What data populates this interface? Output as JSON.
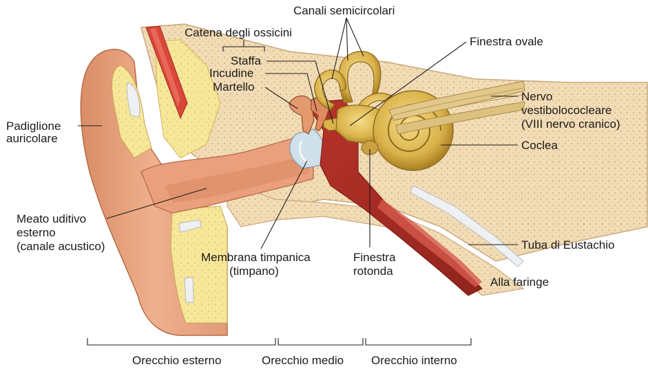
{
  "labels": {
    "canali_semicircolari": "Canali semicircolari",
    "catena_ossicini": "Catena degli ossicini",
    "staffa": "Staffa",
    "incudine": "Incudine",
    "martello": "Martello",
    "finestra_ovale": "Finestra ovale",
    "nervo_l1": "Nervo",
    "nervo_l2": "vestibolococleare",
    "nervo_l3": "(VIII nervo cranico)",
    "coclea": "Coclea",
    "padiglione_l1": "Padiglione",
    "padiglione_l2": "auricolare",
    "meato_l1": "Meato uditivo",
    "meato_l2": "esterno",
    "meato_l3": "(canale acustico)",
    "membrana_l1": "Membrana timpanica",
    "membrana_l2": "(timpano)",
    "finestra_rotonda_l1": "Finestra",
    "finestra_rotonda_l2": "rotonda",
    "tuba": "Tuba di Eustachio",
    "alla_faringe": "Alla faringe"
  },
  "regions": {
    "esterno": "Orecchio esterno",
    "medio": "Orecchio medio",
    "interno": "Orecchio interno"
  },
  "colors": {
    "bone_tan": "#f2dcb6",
    "marrow_yellow": "#f6e79a",
    "skin": "#e9a47f",
    "skin_dark": "#c97a56",
    "muscle_red": "#d9473a",
    "cavity_red": "#b8332a",
    "gold": "#d9b24a",
    "gold_dark": "#a97f22",
    "membrane_blue": "#cfe0ea"
  }
}
